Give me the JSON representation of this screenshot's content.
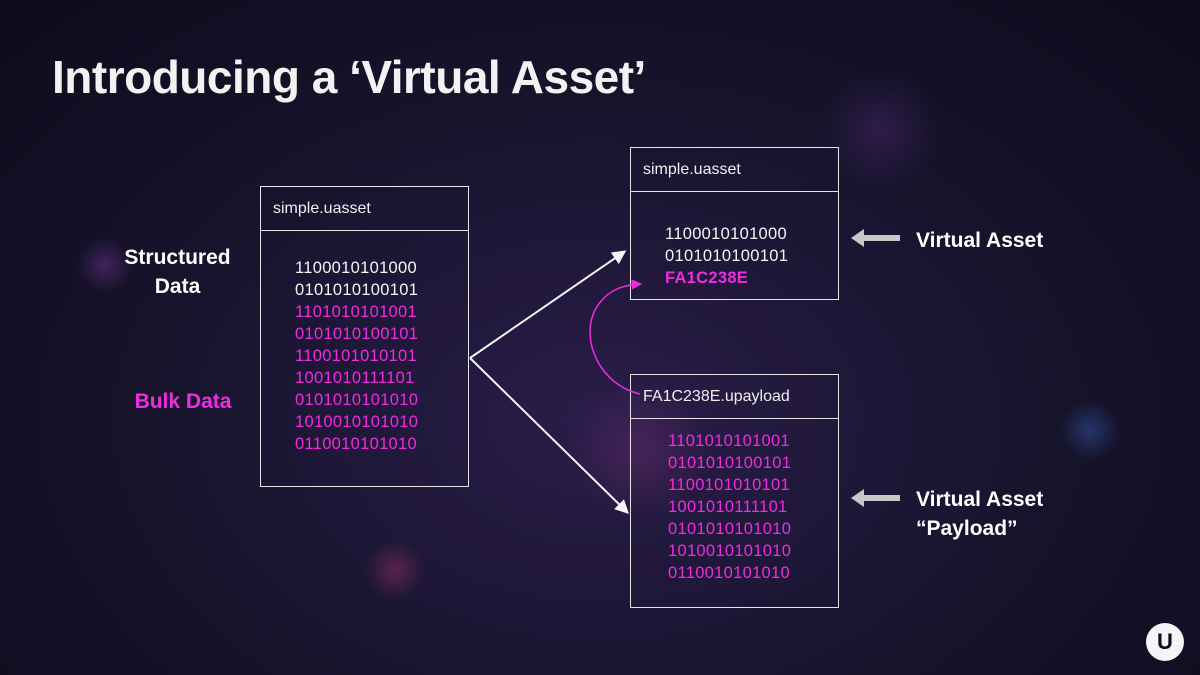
{
  "slide": {
    "title": "Introducing a ‘Virtual Asset’",
    "labels": {
      "structured_data_line1": "Structured",
      "structured_data_line2": "Data",
      "bulk_data": "Bulk Data",
      "virtual_asset": "Virtual Asset",
      "virtual_asset_payload_line1": "Virtual Asset",
      "virtual_asset_payload_line2": "“Payload”"
    },
    "colors": {
      "accent": "#f02be0",
      "text": "#f5f5f5",
      "box_border": "#e6e6e6",
      "arrow_gray": "#c8c8c8"
    },
    "logo_icon": "unreal-engine-logo-icon"
  },
  "diagram": {
    "source_box": {
      "header": "simple.uasset",
      "structured_rows": [
        "1100010101000",
        "0101010100101"
      ],
      "bulk_rows": [
        "1101010101001",
        "0101010100101",
        "1100101010101",
        "1001010111101",
        "0101010101010",
        "1010010101010",
        "0110010101010"
      ]
    },
    "virtual_asset_box": {
      "header": "simple.uasset",
      "rows": [
        "1100010101000",
        "0101010100101"
      ],
      "hash": "FA1C238E"
    },
    "payload_box": {
      "header": "FA1C238E.upayload",
      "rows": [
        "1101010101001",
        "0101010100101",
        "1100101010101",
        "1001010111101",
        "0101010101010",
        "1010010101010",
        "0110010101010"
      ]
    }
  }
}
